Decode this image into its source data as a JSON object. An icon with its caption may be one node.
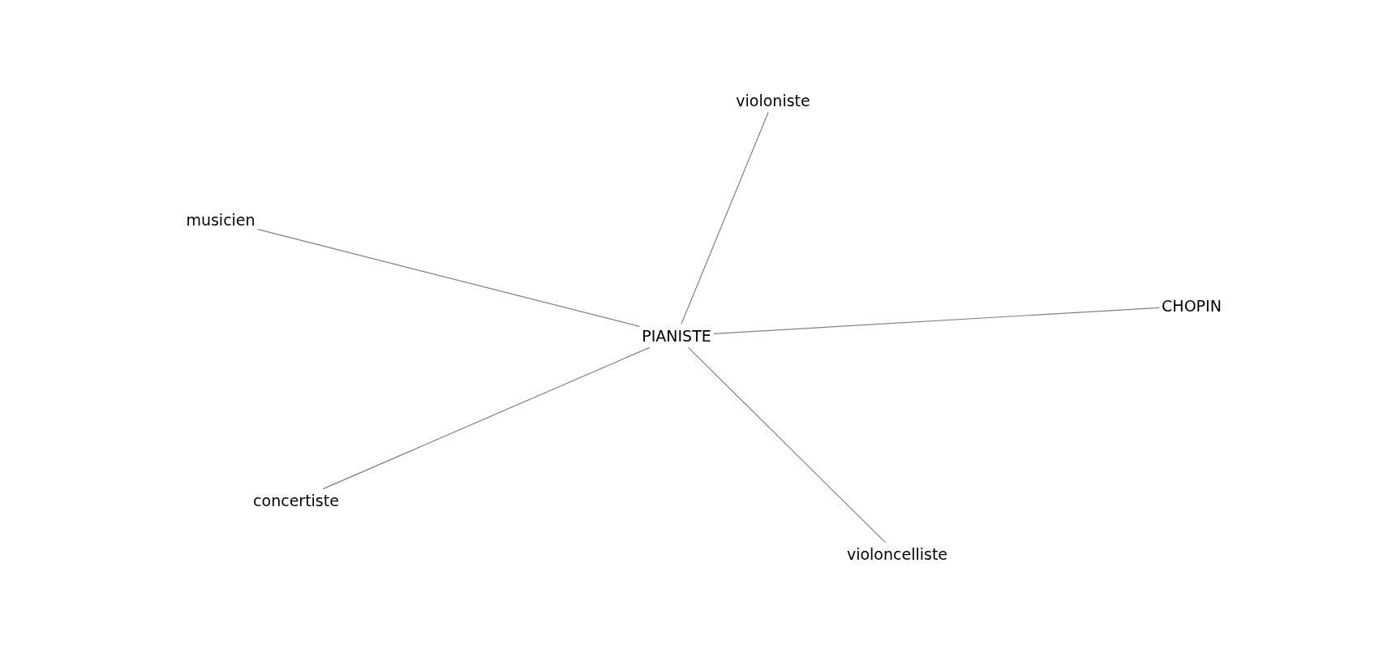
{
  "diagram": {
    "nodes": [
      {
        "text": [
          "violoniste"
        ]
      },
      {
        "text": [
          "musicien"
        ]
      },
      {
        "text": [
          "CHOPIN"
        ]
      },
      {
        "text": [
          "PIANISTE"
        ]
      },
      {
        "text": [
          "concertiste"
        ]
      },
      {
        "text": [
          "violoncelliste"
        ]
      }
    ],
    "edges": [
      {
        "from": 3,
        "to": 0,
        "arrow": "none"
      },
      {
        "from": 3,
        "to": 1,
        "arrow": "none"
      },
      {
        "from": 3,
        "to": 2,
        "arrow": "none"
      },
      {
        "from": 3,
        "to": 4,
        "arrow": "none"
      },
      {
        "from": 3,
        "to": 5,
        "arrow": "none"
      }
    ]
  }
}
